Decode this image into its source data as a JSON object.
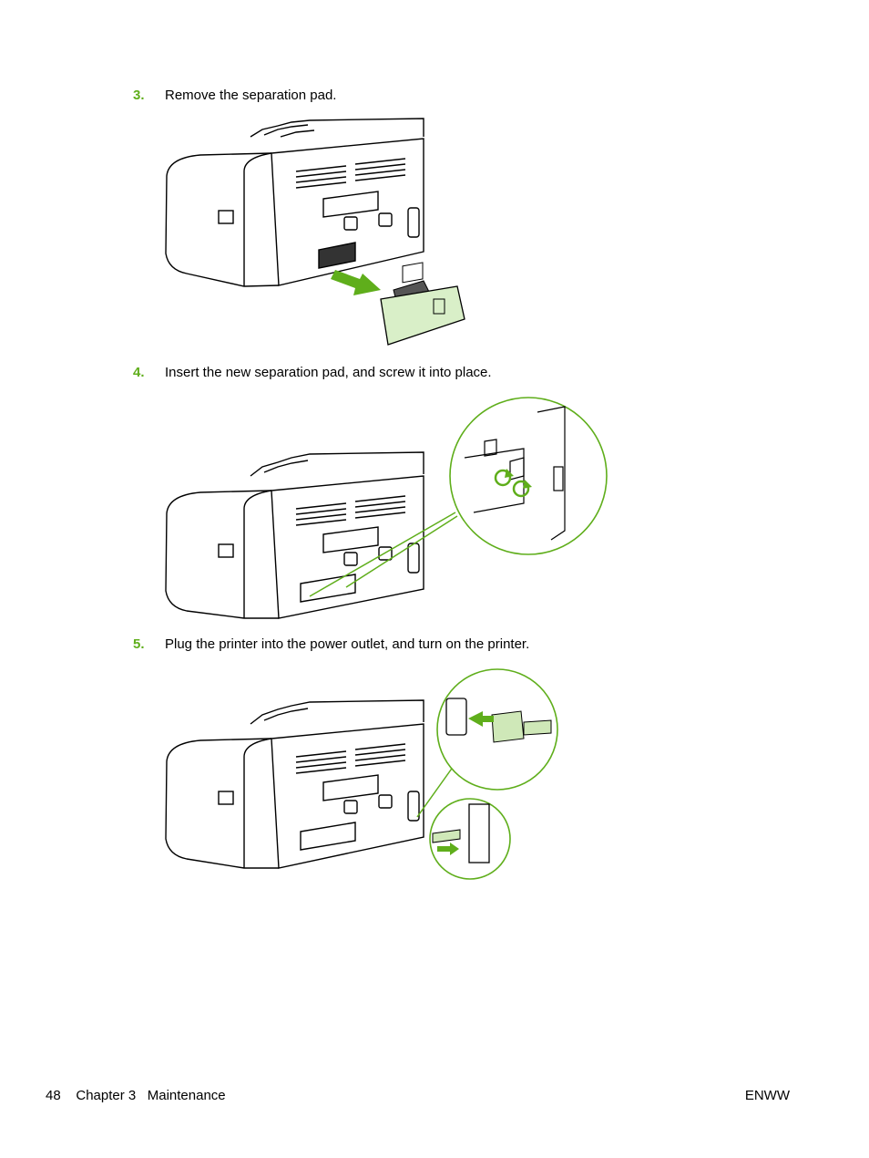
{
  "steps": [
    {
      "number": "3.",
      "text": "Remove the separation pad."
    },
    {
      "number": "4.",
      "text": "Insert the new separation pad, and screw it into place."
    },
    {
      "number": "5.",
      "text": "Plug the printer into the power outlet, and turn on the printer."
    }
  ],
  "footer": {
    "page_number": "48",
    "chapter": "Chapter 3",
    "section": "Maintenance",
    "right_label": "ENWW"
  },
  "colors": {
    "accent_green": "#5fae1b",
    "pad_fill": "#d9efc8"
  }
}
